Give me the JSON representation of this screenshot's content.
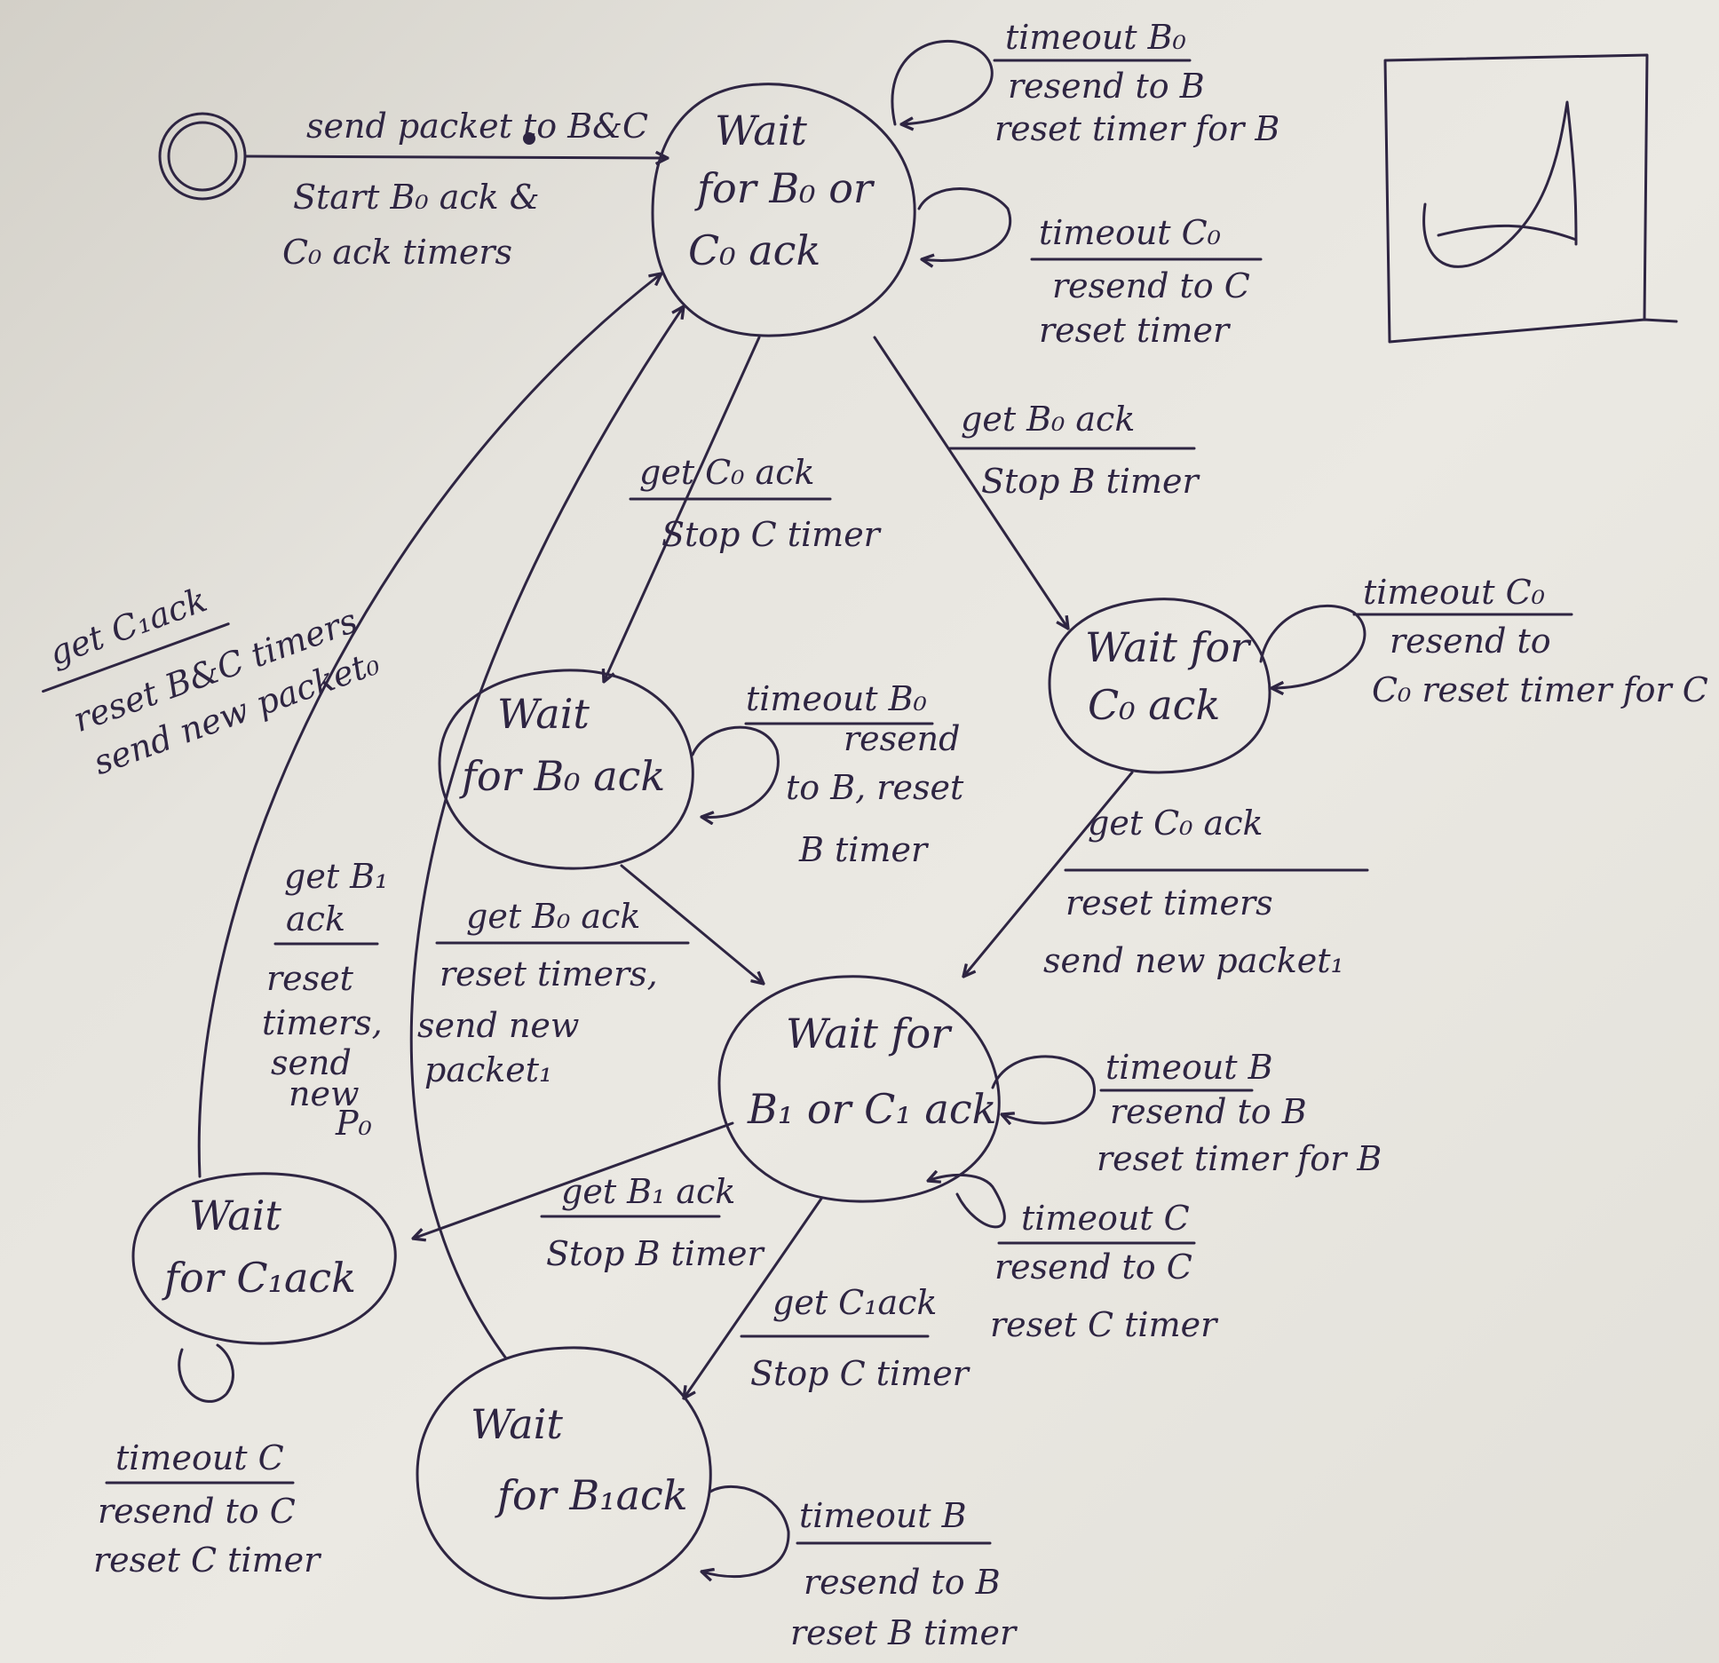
{
  "states": {
    "wait_b0_c0": {
      "line1": "Wait",
      "line2": "for B₀ or",
      "line3": "C₀ ack"
    },
    "wait_c0": {
      "line1": "Wait for",
      "line2": "C₀ ack"
    },
    "wait_b0": {
      "line1": "Wait",
      "line2": "for B₀ ack"
    },
    "wait_b1_c1": {
      "line1": "Wait for",
      "line2": "B₁ or C₁ ack"
    },
    "wait_c1": {
      "line1": "Wait",
      "line2": "for C₁ack"
    },
    "wait_b1": {
      "line1": "Wait",
      "line2": "for B₁ack"
    }
  },
  "transitions": {
    "init": {
      "event": "send packet to B&C",
      "action1": "Start B₀ ack &",
      "action2": "C₀ ack timers"
    },
    "self_b0_top": {
      "event": "timeout B₀",
      "action1": "resend to B",
      "action2": "reset timer for B"
    },
    "self_c0_top": {
      "event": "timeout C₀",
      "action1": "resend to C",
      "action2": "reset timer"
    },
    "get_b0_top": {
      "event": "get B₀ ack",
      "action1": "Stop B timer"
    },
    "get_c0_top": {
      "event": "get C₀ ack",
      "action1": "Stop C timer"
    },
    "self_c0_waitc0": {
      "event": "timeout C₀",
      "action1": "resend to",
      "action2": "C₀ reset timer for C"
    },
    "self_b0_waitb0": {
      "event": "timeout B₀",
      "action1": "resend",
      "action2": "to B, reset",
      "action3": "B timer"
    },
    "get_c0_waitc0": {
      "event": "get C₀ ack",
      "action1": "reset timers",
      "action2": "send new packet₁"
    },
    "get_b0_waitb0": {
      "event": "get B₀ ack",
      "action1": "reset timers,",
      "action2": "send new",
      "action3": "packet₁"
    },
    "get_c1_waitc1": {
      "event": "get C₁ack",
      "action1": "reset B&C timers",
      "action2": "send new packet₀"
    },
    "get_b1_waitb1": {
      "event": "get B₁",
      "event2": "ack",
      "action1": "reset",
      "action2": "timers,",
      "action3": "send",
      "action4": "new",
      "action5": "P₀"
    },
    "self_b_waitb1c1": {
      "event": "timeout B",
      "action1": "resend to B",
      "action2": "reset timer for B"
    },
    "self_c_waitb1c1": {
      "event": "timeout C",
      "action1": "resend to C",
      "action2": "reset C timer"
    },
    "get_b1_mid": {
      "event": "get B₁ ack",
      "action1": "Stop B timer"
    },
    "get_c1_mid": {
      "event": "get C₁ack",
      "action1": "Stop C timer"
    },
    "self_c_waitc1": {
      "event": "timeout C",
      "action1": "resend to C",
      "action2": "reset C timer"
    },
    "self_b_waitb1": {
      "event": "timeout B",
      "action1": "resend to B",
      "action2": "reset B timer"
    }
  },
  "logo": {
    "letter": "A"
  }
}
